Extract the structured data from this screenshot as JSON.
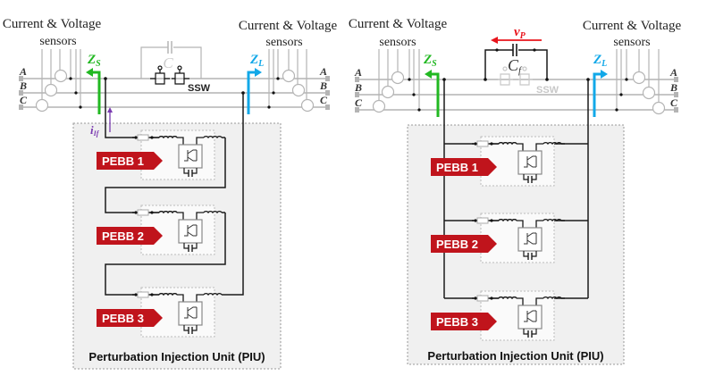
{
  "diagrams": [
    {
      "id": "series",
      "sensors_left": [
        "Current & Voltage",
        "sensors"
      ],
      "sensors_right": [
        "Current & Voltage",
        "sensors"
      ],
      "phases": [
        "A",
        "B",
        "C"
      ],
      "zs_label": "Z",
      "zs_sub": "S",
      "zl_label": "Z",
      "zl_sub": "L",
      "cf_label": "C",
      "cf_sub": "f",
      "ssw_label": "SSW",
      "current_label": "i",
      "current_sub": "If",
      "pebbs": [
        "PEBB 1",
        "PEBB 2",
        "PEBB 3"
      ],
      "piu_label": "Perturbation Injection Unit (PIU)",
      "ssw_active": true
    },
    {
      "id": "parallel",
      "sensors_left": [
        "Current & Voltage",
        "sensors"
      ],
      "sensors_right": [
        "Current & Voltage",
        "sensors"
      ],
      "phases": [
        "A",
        "B",
        "C"
      ],
      "zs_label": "Z",
      "zs_sub": "S",
      "zl_label": "Z",
      "zl_sub": "L",
      "cf_label": "C",
      "cf_sub": "f",
      "ssw_label": "SSW",
      "vp_label": "v",
      "vp_sub": "P",
      "pebbs": [
        "PEBB 1",
        "PEBB 2",
        "PEBB 3"
      ],
      "piu_label": "Perturbation Injection Unit (PIU)",
      "ssw_active": false
    }
  ],
  "colors": {
    "zs": "#22b822",
    "zl": "#12a8e8",
    "pebb": "#c0141c",
    "vp": "#e8141c",
    "current": "#7a3ab0",
    "line_gray": "#b4b4b4",
    "wire": "#1a1a1a"
  }
}
